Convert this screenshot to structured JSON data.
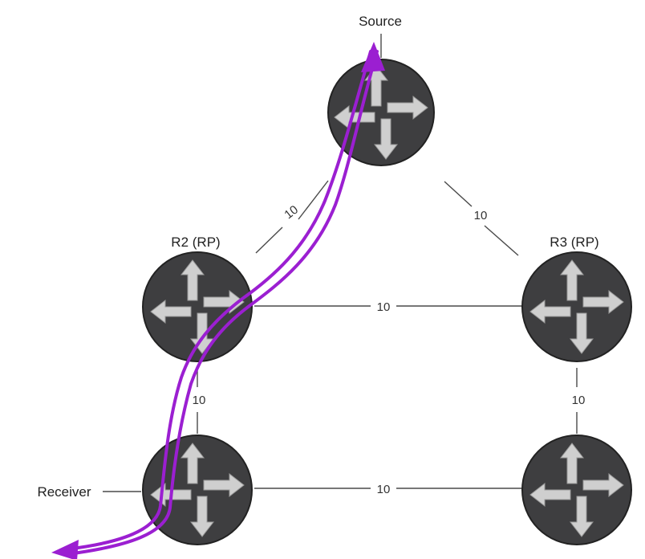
{
  "nodes": {
    "top": {
      "label": "Source"
    },
    "left": {
      "label": "R2 (RP)"
    },
    "right": {
      "label": "R3 (RP)"
    },
    "bottom_left": {
      "label": "Receiver"
    },
    "bottom_right": {
      "label": ""
    }
  },
  "links": {
    "top_left": "10",
    "top_right": "10",
    "left_right": "10",
    "left_bottom_left": "10",
    "right_bottom_right": "10",
    "bottom_left_bottom_right": "10"
  },
  "colors": {
    "router": "#3e3e40",
    "arrows": "#cfcfcf",
    "flow": "#9b1fd1",
    "links": "#4a4a4a"
  }
}
